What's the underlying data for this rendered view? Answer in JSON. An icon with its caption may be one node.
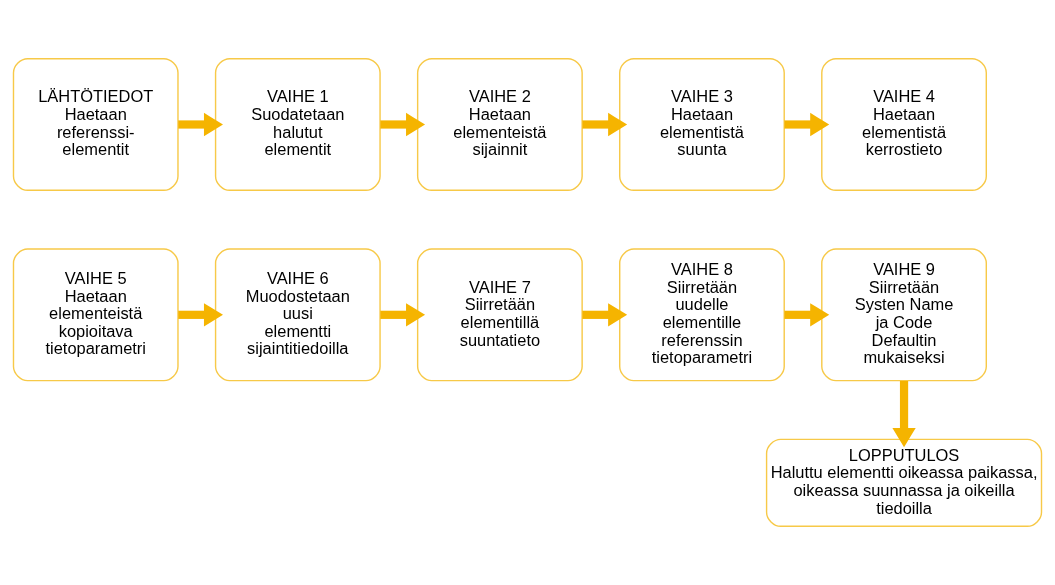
{
  "diagram": {
    "nodes": [
      {
        "text": [
          "LÄHTÖTIEDOT",
          "Haetaan referenssi- elementit"
        ]
      },
      {
        "text": [
          "VAIHE 1",
          "Suodatetaan halutut elementit"
        ]
      },
      {
        "text": [
          "VAIHE 2",
          "Haetaan elementeistä sijainnit"
        ]
      },
      {
        "text": [
          "VAIHE 3",
          "Haetaan elementistä suunta"
        ]
      },
      {
        "text": [
          "VAIHE 4",
          "Haetaan elementistä kerrostieto"
        ]
      },
      {
        "text": [
          "VAIHE 5",
          "Haetaan elementeistä kopioitava tietoparametri"
        ]
      },
      {
        "text": [
          "VAIHE 6",
          "Muodostetaan uusi elementti sijaintitiedoilla"
        ]
      },
      {
        "text": [
          "VAIHE 7",
          "Siirretään elementillä suuntatieto"
        ]
      },
      {
        "text": [
          "VAIHE 8",
          "Siirretään uudelle elementille referenssin tietoparametri"
        ]
      },
      {
        "text": [
          "VAIHE 9",
          "Siirretään Systen Name ja Code Defaultin mukaiseksi"
        ]
      },
      {
        "text": [
          "LOPPUTULOS",
          "Haluttu elementti oikeassa paikassa, oikeassa suunnassa ja oikeilla tiedoilla"
        ]
      }
    ],
    "edges": [
      {
        "from": 0,
        "to": 1,
        "arrow": "to"
      },
      {
        "from": 1,
        "to": 2,
        "arrow": "to"
      },
      {
        "from": 2,
        "to": 3,
        "arrow": "to"
      },
      {
        "from": 3,
        "to": 4,
        "arrow": "to"
      },
      {
        "from": 5,
        "to": 6,
        "arrow": "to"
      },
      {
        "from": 6,
        "to": 7,
        "arrow": "to"
      },
      {
        "from": 7,
        "to": 8,
        "arrow": "to"
      },
      {
        "from": 8,
        "to": 9,
        "arrow": "to"
      },
      {
        "from": 9,
        "to": 10,
        "arrow": "to"
      }
    ]
  }
}
